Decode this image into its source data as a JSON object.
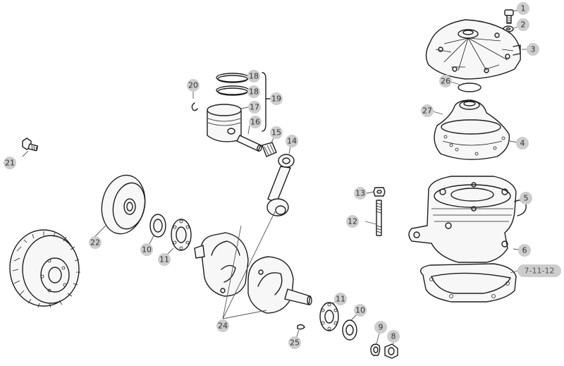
{
  "callouts": {
    "c1": "1",
    "c2": "2",
    "c3": "3",
    "c4": "4",
    "c5": "5",
    "c6": "6",
    "c7": "7-11-12",
    "c8": "8",
    "c9": "9",
    "c10a": "10",
    "c10b": "10",
    "c11a": "11",
    "c11b": "11",
    "c12": "12",
    "c13": "13",
    "c14": "14",
    "c15": "15",
    "c16": "16",
    "c17": "17",
    "c18a": "18",
    "c18b": "18",
    "c19": "19",
    "c20": "20",
    "c21": "21",
    "c22": "22",
    "c24": "24",
    "c25": "25",
    "c26": "26",
    "c27": "27"
  }
}
